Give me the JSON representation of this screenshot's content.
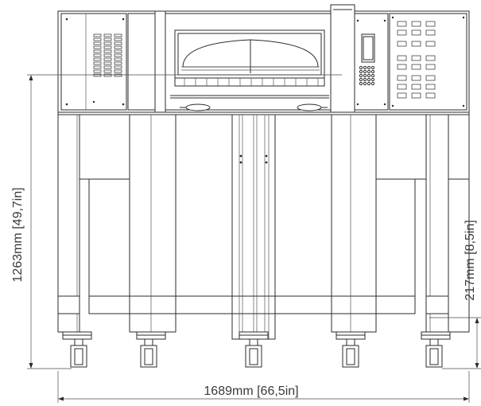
{
  "dimensions": {
    "height_total": {
      "mm": "1263mm",
      "in": "49,7in"
    },
    "width_total": {
      "mm": "1689mm",
      "in": "66,5in"
    },
    "height_lower": {
      "mm": "217mm",
      "in": "8,5in"
    }
  }
}
